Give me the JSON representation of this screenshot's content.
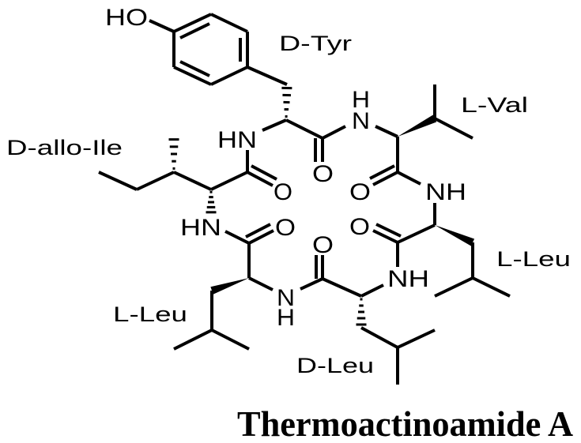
{
  "title": "Thermoactinoamide A",
  "residues": {
    "d_tyr": "D-Tyr",
    "l_val": "L-Val",
    "d_allo_ile": "D-allo-Ile",
    "l_leu_right": "L-Leu",
    "l_leu_left": "L-Leu",
    "d_leu": "D-Leu"
  },
  "atoms": {
    "ho": "HO",
    "hn_tyr": "HN",
    "o_ile": "O",
    "hn_ile": "HN",
    "o_leu_left": "O",
    "n_leu_left": "N",
    "h_leu_left": "H",
    "o_dleu": "O",
    "nh_dleu": "NH",
    "o_leu_right": "O",
    "nh_leu_right": "NH",
    "o_val": "O",
    "n_val": "N",
    "h_val": "H",
    "o_tyr": "O"
  }
}
